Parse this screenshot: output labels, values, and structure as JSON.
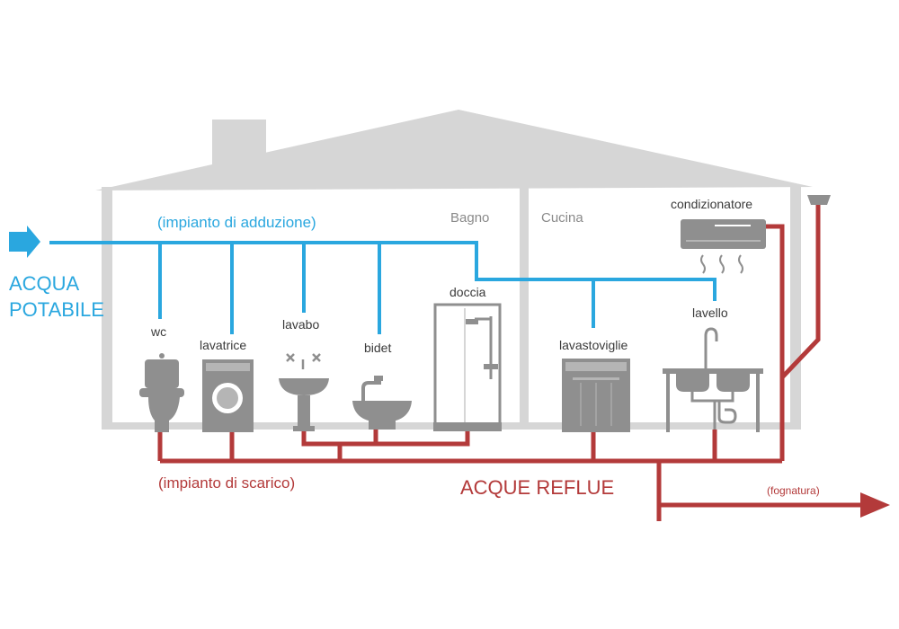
{
  "supply": {
    "title_line1": "ACQUA",
    "title_line2": "POTABILE",
    "system_label": "(impianto di adduzione)",
    "color": "#2aa7df"
  },
  "waste": {
    "title": "ACQUE REFLUE",
    "system_label": "(impianto di scarico)",
    "sewer_label": "(fognatura)",
    "color": "#b33a3a"
  },
  "rooms": {
    "bathroom": "Bagno",
    "kitchen": "Cucina"
  },
  "fixtures": {
    "wc": "wc",
    "washing_machine": "lavatrice",
    "washbasin": "lavabo",
    "bidet": "bidet",
    "shower": "doccia",
    "dishwasher": "lavastoviglie",
    "kitchen_sink": "lavello",
    "air_conditioner": "condizionatore"
  },
  "house_color": "#d6d6d6",
  "fixture_color": "#8f8f8f"
}
